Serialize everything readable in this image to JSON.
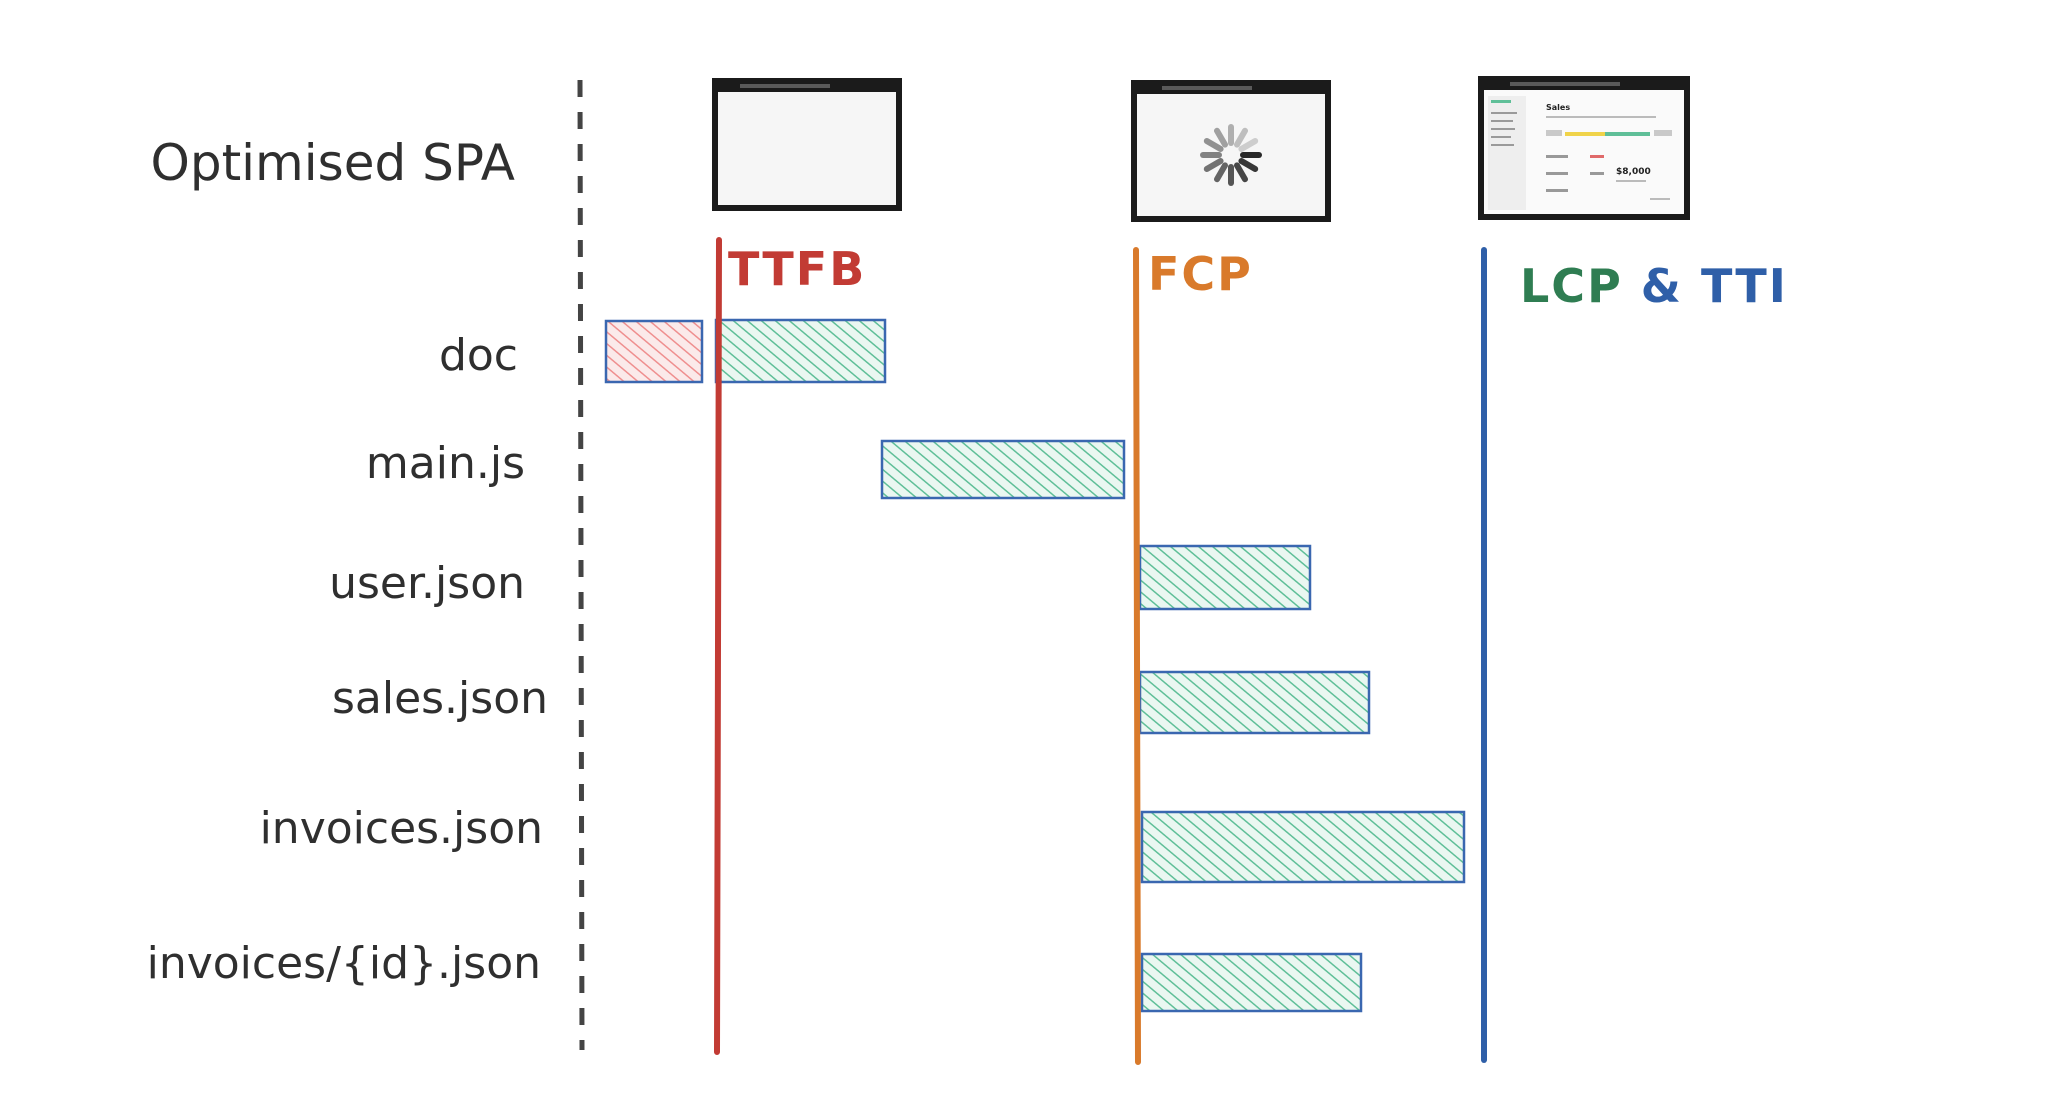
{
  "title": "Optimised SPA",
  "rows": [
    {
      "label": "doc"
    },
    {
      "label": "main.js"
    },
    {
      "label": "user.json"
    },
    {
      "label": "sales.json"
    },
    {
      "label": "invoices.json"
    },
    {
      "label": "invoices/{id}.json"
    }
  ],
  "markers": [
    {
      "label": "TTFB",
      "color": "#c23b34"
    },
    {
      "label": "FCP",
      "color": "#d97a2b"
    },
    {
      "label": "LCP",
      "color": "#2f7d52",
      "suffix": " & TTI",
      "suffix_color": "#2f5fa8"
    }
  ],
  "colors": {
    "bar_fill": "#8fd3b6",
    "bar_stroke": "#3a67b0",
    "wait_fill": "#f2a5a5",
    "wait_stroke": "#3a67b0",
    "ttfb_line": "#c23b34",
    "fcp_line": "#d97a2b",
    "lcp_line": "#2f5fa8",
    "divider": "#444444"
  },
  "screenshot_icons": [
    "blank-browser-icon",
    "loading-spinner-browser-icon",
    "dashboard-browser-icon"
  ],
  "dashboard_thumbnail": {
    "heading": "Sales",
    "amount": "$8,000"
  }
}
